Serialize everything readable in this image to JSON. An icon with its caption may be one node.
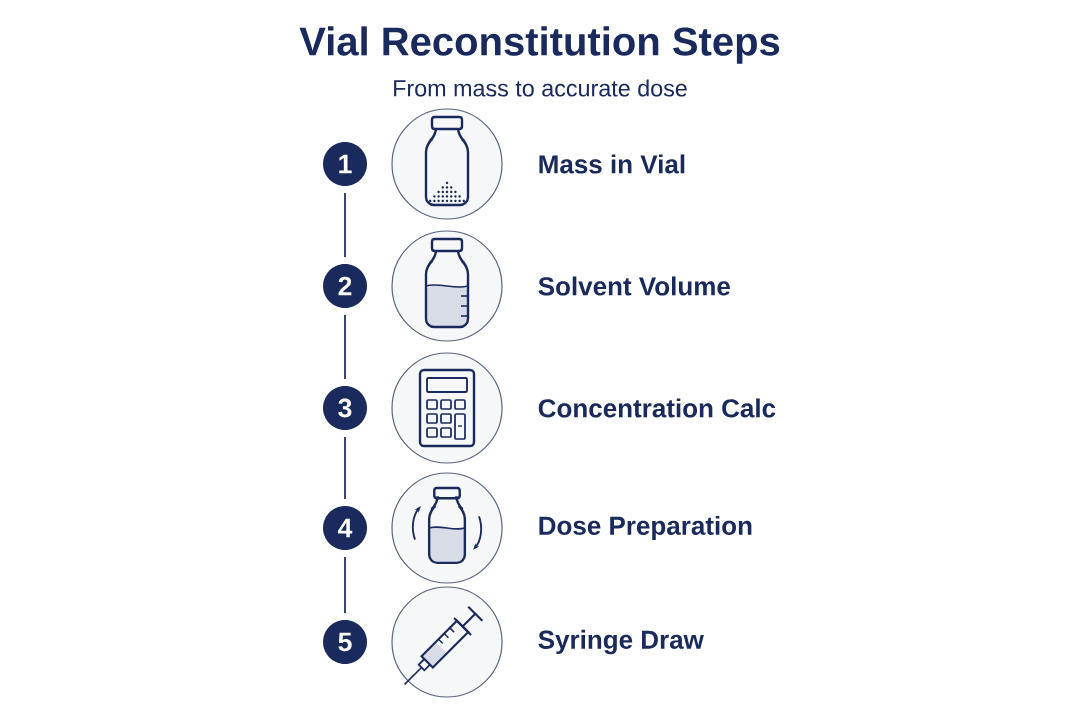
{
  "diagram": {
    "title": "Vial Reconstitution Steps",
    "nodes": [
      {
        "text": [
          "1"
        ]
      },
      {
        "text": [],
        "shape": "circle",
        "beside": [
          "Mass in Vial"
        ]
      },
      {
        "text": [
          "2"
        ]
      },
      {
        "text": [],
        "shape": "circle",
        "beside": [
          "Solvent Volume"
        ]
      },
      {
        "text": [
          "3"
        ]
      },
      {
        "text": [],
        "shape": "circle",
        "beside": [
          "Concentration Calc"
        ]
      },
      {
        "text": [
          "4"
        ]
      },
      {
        "text": [],
        "shape": "circle",
        "beside": [
          "Dose Preparation"
        ]
      },
      {
        "text": [
          "5"
        ]
      },
      {
        "text": [],
        "shape": "circle",
        "beside": [
          "Syringe Draw"
        ]
      }
    ],
    "edges": [
      {
        "from": 0,
        "to": 2,
        "arrow": "none"
      },
      {
        "from": 2,
        "to": 4,
        "arrow": "none"
      },
      {
        "from": 4,
        "to": 6,
        "arrow": "none"
      },
      {
        "from": 6,
        "to": 8,
        "arrow": "none"
      }
    ],
    "labels": [
      "From mass to accurate dose"
    ]
  }
}
